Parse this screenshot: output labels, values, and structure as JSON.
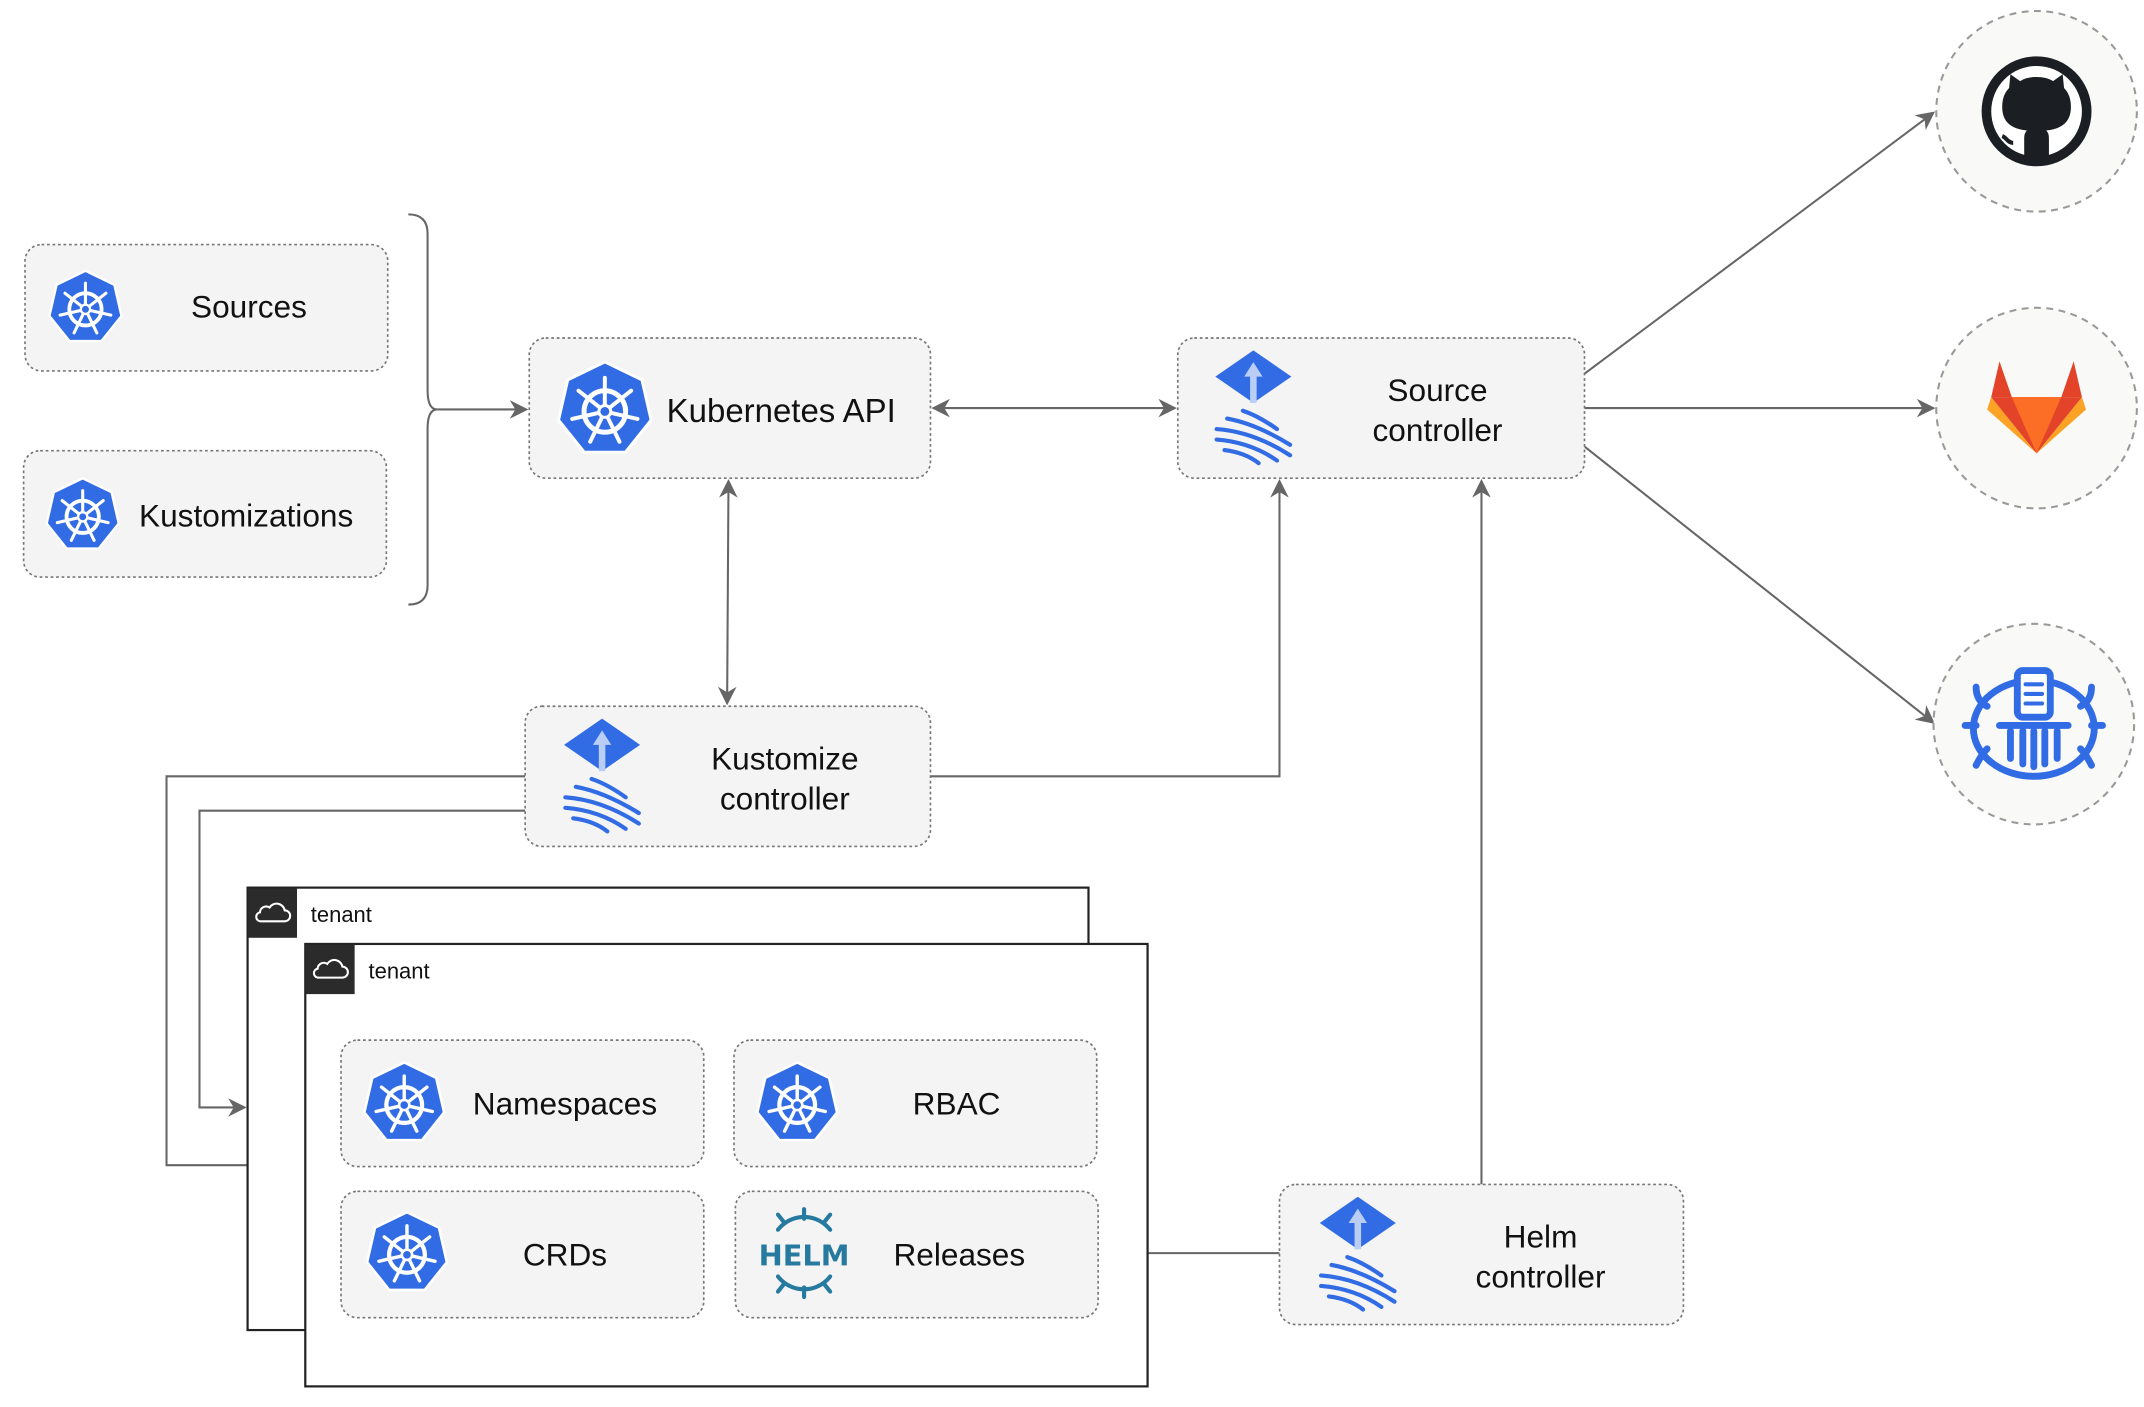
{
  "nodes": {
    "sources": {
      "label": "Sources",
      "icon": "kubernetes-icon"
    },
    "kustomizations": {
      "label": "Kustomizations",
      "icon": "kubernetes-icon"
    },
    "kubernetes_api": {
      "label": "Kubernetes API",
      "icon": "kubernetes-icon"
    },
    "source_controller": {
      "lines": [
        "Source",
        "controller"
      ],
      "icon": "flux-icon"
    },
    "kustomize_controller": {
      "lines": [
        "Kustomize",
        "controller"
      ],
      "icon": "flux-icon"
    },
    "helm_controller": {
      "lines": [
        "Helm",
        "controller"
      ],
      "icon": "flux-icon"
    },
    "namespaces": {
      "label": "Namespaces",
      "icon": "kubernetes-icon"
    },
    "rbac": {
      "label": "RBAC",
      "icon": "kubernetes-icon"
    },
    "crds": {
      "label": "CRDs",
      "icon": "kubernetes-icon"
    },
    "releases": {
      "label": "Releases",
      "icon": "helm-icon",
      "icon_text": "HELM"
    }
  },
  "tenants": [
    {
      "label": "tenant",
      "icon": "cloud-icon"
    },
    {
      "label": "tenant",
      "icon": "cloud-icon"
    }
  ],
  "external": [
    {
      "icon": "github-icon"
    },
    {
      "icon": "gitlab-icon"
    },
    {
      "icon": "bucket-icon"
    }
  ],
  "colors": {
    "kubernetes_blue": "#326ce5",
    "helm_blue": "#277a9f",
    "gitlab_orange": "#e24329",
    "gitlab_light": "#fca326",
    "github_dark": "#1b1f23",
    "box_fill": "#f4f4f4",
    "edge": "#666666"
  }
}
